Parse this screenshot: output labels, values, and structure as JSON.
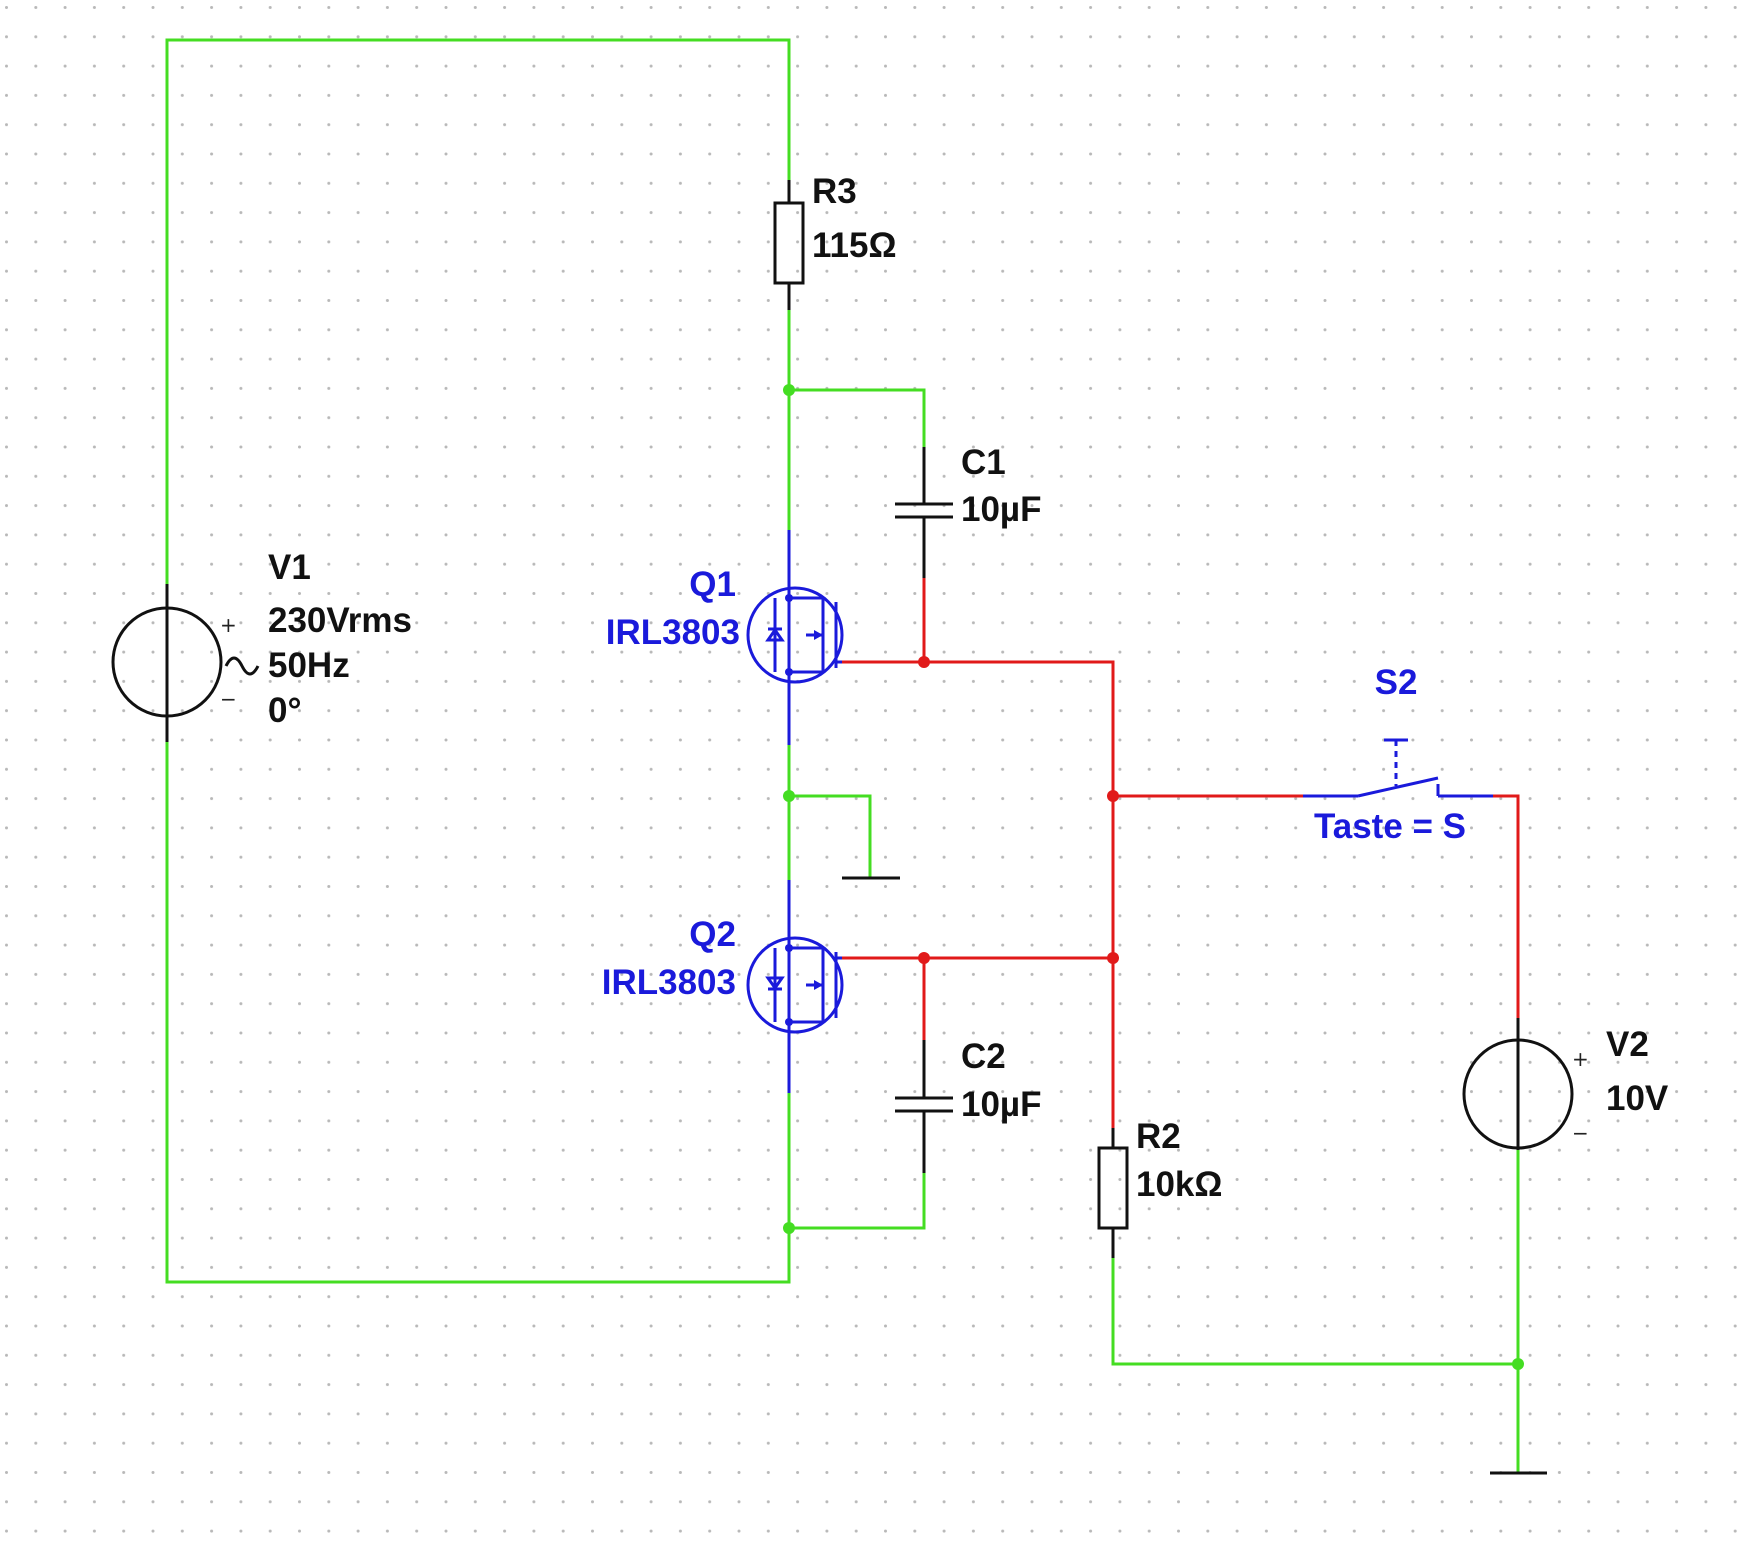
{
  "components": {
    "v1": {
      "ref": "V1",
      "voltage": "230Vrms",
      "frequency": "50Hz",
      "phase": "0°"
    },
    "r3": {
      "ref": "R3",
      "value": "115Ω"
    },
    "c1": {
      "ref": "C1",
      "value": "10µF"
    },
    "q1": {
      "ref": "Q1",
      "model": "IRL3803"
    },
    "q2": {
      "ref": "Q2",
      "model": "IRL3803"
    },
    "c2": {
      "ref": "C2",
      "value": "10µF"
    },
    "r2": {
      "ref": "R2",
      "value": "10kΩ"
    },
    "s2": {
      "ref": "S2",
      "key": "Taste = S"
    },
    "v2": {
      "ref": "V2",
      "value": "10V"
    }
  },
  "polarity": {
    "plus": "+",
    "minus": "−"
  },
  "colors": {
    "wire_ground": "#44dd22",
    "wire_gate": "#e11a1a",
    "wire_device": "#1a1adb",
    "label_component": "#111111",
    "label_device": "#1a1adb",
    "grid_dot": "#b8b8b8"
  }
}
